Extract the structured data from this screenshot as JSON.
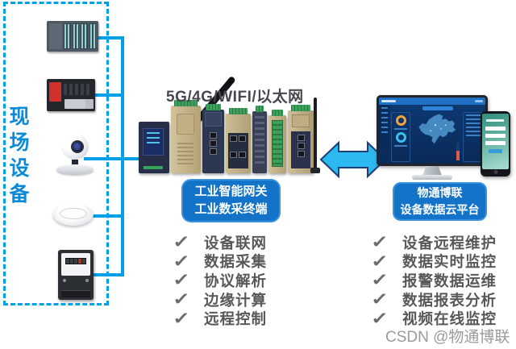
{
  "diagram": {
    "field_section_label": "现场设备",
    "network_caption": "5G/4G/WIFI/以太网",
    "gateway_box": {
      "line1": "工业智能网关",
      "line2": "工业数采终端"
    },
    "cloud_box": {
      "line1": "物通博联",
      "line2": "设备数据云平台"
    },
    "gateway_features": [
      "设备联网",
      "数据采集",
      "协议解析",
      "边缘计算",
      "远程控制"
    ],
    "cloud_features": [
      "设备远程维护",
      "数据实时监控",
      "报警数据运维",
      "数据报表分析",
      "视频在线监控"
    ],
    "check_glyph": "✓",
    "watermark": "CSDN @物通博联",
    "colors": {
      "line_blue": "#00a0e9",
      "label_blue": "#0d8ad6",
      "box_blue": "#1373c8",
      "arrow_blue": "#2cb9f2",
      "feature_gray": "#58585a"
    }
  }
}
